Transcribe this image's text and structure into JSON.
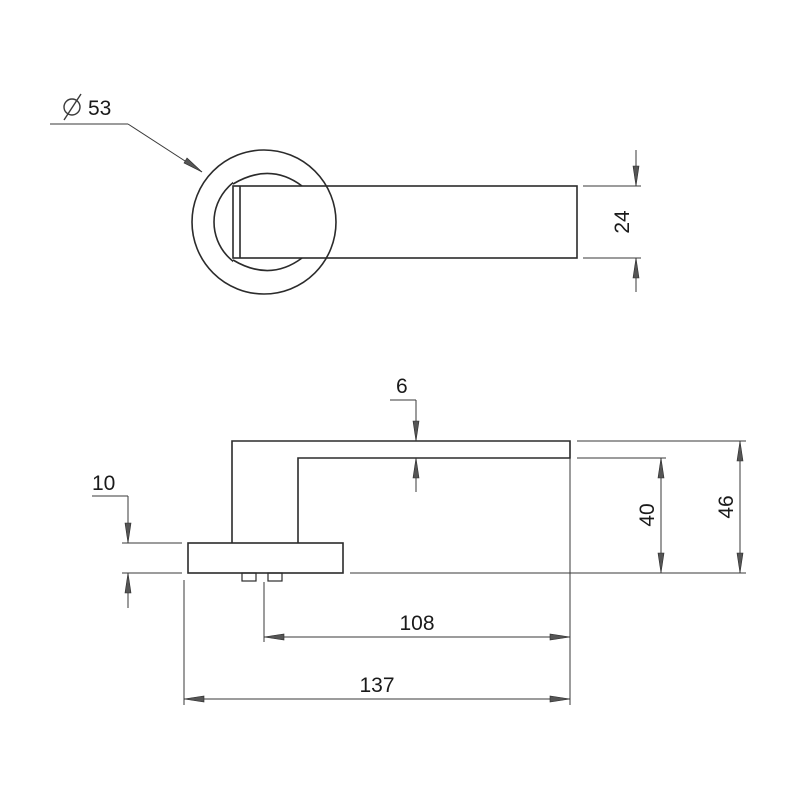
{
  "top_view": {
    "rose_diameter": "53",
    "lever_width": "24"
  },
  "side_view": {
    "lever_thickness": "6",
    "rose_thickness": "10",
    "lever_height_inner": "40",
    "lever_height_total": "46",
    "projection_from_screws": "108",
    "overall_length": "137"
  }
}
